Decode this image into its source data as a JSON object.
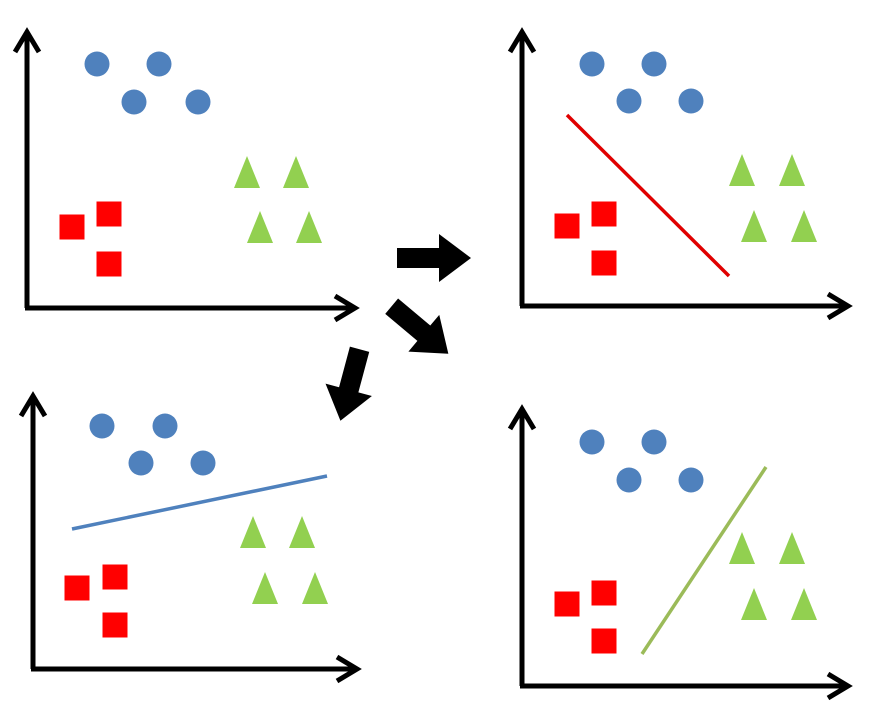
{
  "colors": {
    "axis": "#000000",
    "circle": "#4F81BD",
    "square": "#FF0000",
    "triangle": "#92D050",
    "arrow": "#000000",
    "line_red": "#E00000",
    "line_blue": "#4F81BD",
    "line_green": "#9BBB59"
  },
  "panels": [
    {
      "name": "panel-original",
      "circles": 4,
      "squares": 3,
      "triangles": 4,
      "separator": "none"
    },
    {
      "name": "panel-red-separator",
      "circles": 4,
      "squares": 3,
      "triangles": 4,
      "separator": "red"
    },
    {
      "name": "panel-blue-separator",
      "circles": 4,
      "squares": 3,
      "triangles": 4,
      "separator": "blue"
    },
    {
      "name": "panel-green-separator",
      "circles": 4,
      "squares": 3,
      "triangles": 4,
      "separator": "green"
    }
  ],
  "arrows": [
    {
      "name": "arrow-right",
      "direction": "right"
    },
    {
      "name": "arrow-down-right",
      "direction": "down-right"
    },
    {
      "name": "arrow-down-left",
      "direction": "down-left"
    }
  ]
}
